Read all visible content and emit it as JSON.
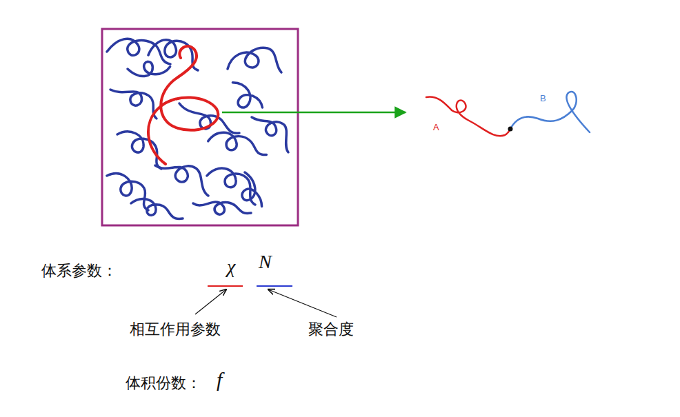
{
  "diagram": {
    "labels": [
      "A",
      "B",
      "体系参数：",
      "χ",
      "N",
      "相互作用参数",
      "聚合度",
      "体积份数：",
      "f"
    ]
  }
}
